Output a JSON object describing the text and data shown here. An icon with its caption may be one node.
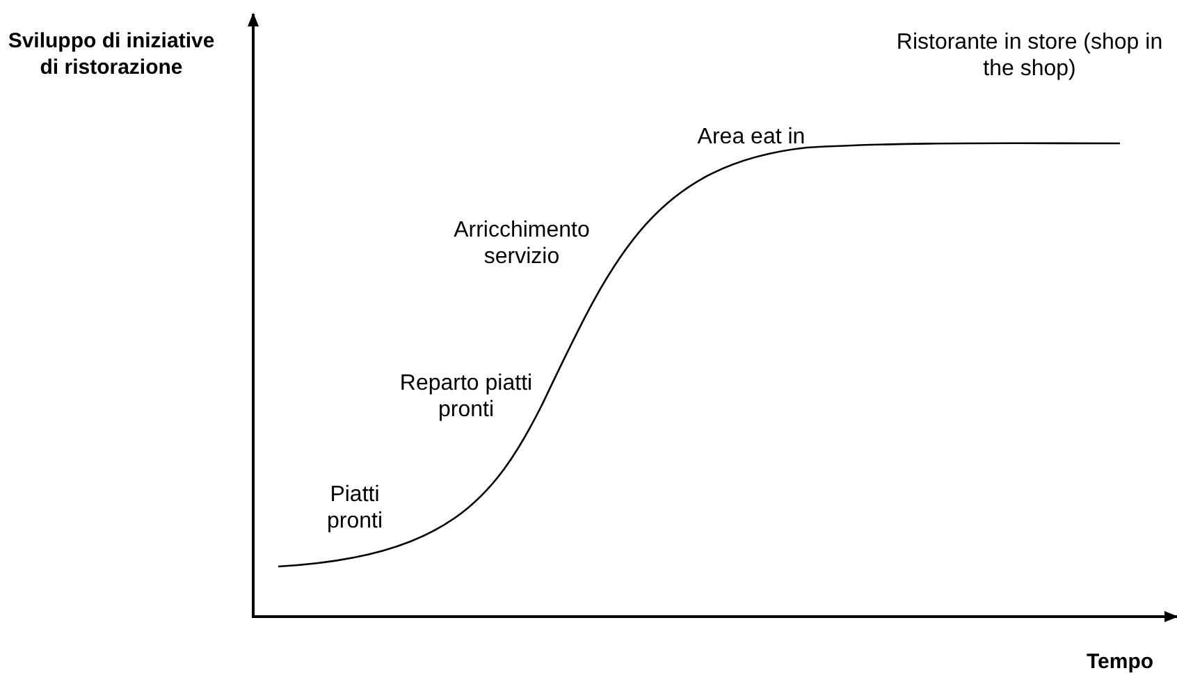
{
  "diagram": {
    "labels": [
      "Sviluppo di iniziative di ristorazione",
      "Ristorante in store (shop in the shop)",
      "Area eat in",
      "Arricchimento servizio",
      "Reparto piatti pronti",
      "Piatti pronti",
      "Tempo"
    ]
  }
}
